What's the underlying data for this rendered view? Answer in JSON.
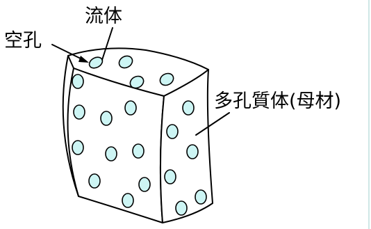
{
  "labels": {
    "fluid": "流体",
    "pore": "空孔",
    "porous_body": "多孔質体(母材)"
  },
  "colors": {
    "pore_fill": "#cdf5f4",
    "line": "#000000",
    "background": "#ffffff",
    "right_border": "#cfe7e6"
  }
}
